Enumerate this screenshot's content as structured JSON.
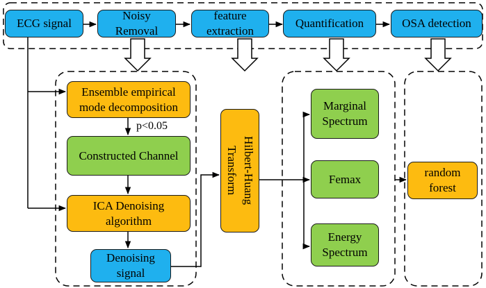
{
  "stages": {
    "ecg": "ECG signal",
    "noisy": "Noisy\nRemoval",
    "feature": "feature\nextraction",
    "quant": "Quantification",
    "osa": "OSA detection"
  },
  "denoise": {
    "eemd": "Ensemble empirical\nmode decomposition",
    "p_label": "p<0.05",
    "channel": "Constructed Channel",
    "ica": "ICA Denoising\nalgorithm",
    "signal": "Denoising\nsignal"
  },
  "hht": "Hilbert-Huang\nTransform",
  "features": {
    "marginal": "Marginal\nSpectrum",
    "femax": "Femax",
    "energy": "Energy\nSpectrum"
  },
  "classifier": "random\nforest",
  "colors": {
    "blue": "#1fb0ee",
    "orange": "#fdbb10",
    "green": "#8fcf4e"
  }
}
